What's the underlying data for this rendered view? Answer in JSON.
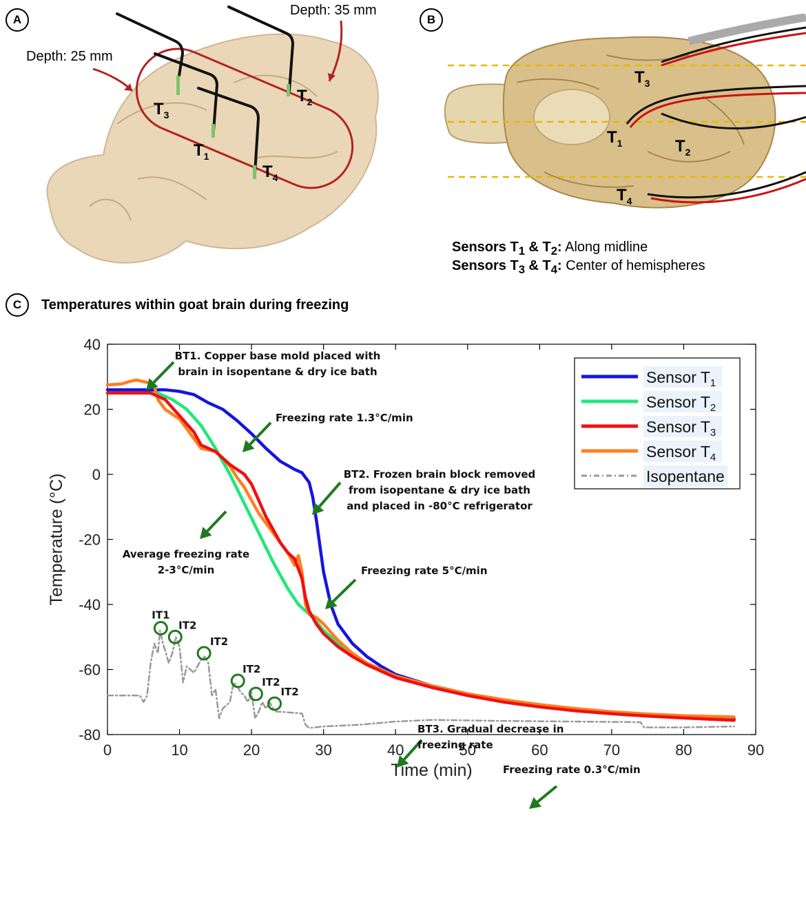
{
  "panels": {
    "a": {
      "label": "A",
      "depth_left": "Depth: 25 mm",
      "depth_right": "Depth: 35 mm",
      "sensors": [
        {
          "base": "T",
          "sub": "3"
        },
        {
          "base": "T",
          "sub": "2"
        },
        {
          "base": "T",
          "sub": "1"
        },
        {
          "base": "T",
          "sub": "4"
        }
      ]
    },
    "b": {
      "label": "B",
      "sensors": [
        {
          "base": "T",
          "sub": "3"
        },
        {
          "base": "T",
          "sub": "1"
        },
        {
          "base": "T",
          "sub": "2"
        },
        {
          "base": "T",
          "sub": "4"
        }
      ],
      "note1": {
        "lead": "Sensors T",
        "s1": "1",
        "amp": " & T",
        "s2": "2",
        "colon": ":",
        "text": " Along midline"
      },
      "note2": {
        "lead": "Sensors T",
        "s1": "3",
        "amp": " & T",
        "s2": "4",
        "colon": ":",
        "text": " Center of hemispheres"
      }
    },
    "c": {
      "label": "C",
      "title": "Temperatures within goat brain during freezing"
    }
  },
  "colors": {
    "t1": "#1515e0",
    "t2": "#1fe87a",
    "t3": "#ee1111",
    "t4": "#ff7f1e",
    "isopentane": "#999999",
    "arrow": "#1f7a1f",
    "brain_outline": "#b22222"
  },
  "chart_data": {
    "type": "line",
    "title": "",
    "xlabel": "Time (min)",
    "ylabel": "Temperature (°C)",
    "xlim": [
      0,
      90
    ],
    "ylim": [
      -80,
      40
    ],
    "xticks": [
      0,
      10,
      20,
      30,
      40,
      50,
      60,
      70,
      80,
      90
    ],
    "yticks": [
      -80,
      -60,
      -40,
      -20,
      0,
      20,
      40
    ],
    "grid": false,
    "legend_position": "top-right",
    "series": [
      {
        "name": "Sensor T",
        "sub": "1",
        "key": "t1",
        "dash": "",
        "points": [
          [
            0,
            26
          ],
          [
            5,
            26
          ],
          [
            8,
            26
          ],
          [
            10,
            25.5
          ],
          [
            12,
            24.5
          ],
          [
            14,
            22
          ],
          [
            16,
            20
          ],
          [
            18,
            16.5
          ],
          [
            20,
            12.5
          ],
          [
            22,
            8
          ],
          [
            24,
            4
          ],
          [
            26,
            1.5
          ],
          [
            27,
            0.5
          ],
          [
            28,
            -2.5
          ],
          [
            28.5,
            -7
          ],
          [
            29,
            -14
          ],
          [
            29.5,
            -22
          ],
          [
            30,
            -30
          ],
          [
            31,
            -40
          ],
          [
            32,
            -46
          ],
          [
            34,
            -52
          ],
          [
            36,
            -56
          ],
          [
            38,
            -59
          ],
          [
            40,
            -61.5
          ],
          [
            45,
            -65
          ],
          [
            50,
            -67.5
          ],
          [
            55,
            -69.5
          ],
          [
            60,
            -71
          ],
          [
            65,
            -72.2
          ],
          [
            70,
            -73.2
          ],
          [
            75,
            -74
          ],
          [
            80,
            -74.6
          ],
          [
            87,
            -75.2
          ]
        ]
      },
      {
        "name": "Sensor T",
        "sub": "2",
        "key": "t2",
        "dash": "",
        "points": [
          [
            0,
            26
          ],
          [
            5,
            26
          ],
          [
            7,
            25
          ],
          [
            9,
            23
          ],
          [
            11,
            20
          ],
          [
            13,
            15
          ],
          [
            15,
            8
          ],
          [
            17,
            0
          ],
          [
            19,
            -9
          ],
          [
            21,
            -18
          ],
          [
            23,
            -27
          ],
          [
            25,
            -35
          ],
          [
            26.5,
            -40
          ],
          [
            27.5,
            -42
          ],
          [
            28.5,
            -44
          ],
          [
            30,
            -48
          ],
          [
            32,
            -52
          ],
          [
            34,
            -56
          ],
          [
            36,
            -58.5
          ],
          [
            38,
            -60.5
          ],
          [
            40,
            -62
          ],
          [
            45,
            -65
          ],
          [
            50,
            -67.5
          ],
          [
            55,
            -69.5
          ],
          [
            60,
            -71
          ],
          [
            65,
            -72.3
          ],
          [
            70,
            -73.3
          ],
          [
            75,
            -74
          ],
          [
            80,
            -74.6
          ],
          [
            87,
            -75
          ]
        ]
      },
      {
        "name": "Sensor T",
        "sub": "3",
        "key": "t3",
        "dash": "",
        "points": [
          [
            0,
            25
          ],
          [
            6,
            25
          ],
          [
            8,
            23
          ],
          [
            10,
            18
          ],
          [
            12,
            13
          ],
          [
            13,
            9
          ],
          [
            14,
            8
          ],
          [
            15,
            7
          ],
          [
            16,
            5
          ],
          [
            17,
            3
          ],
          [
            18,
            1.5
          ],
          [
            19,
            0
          ],
          [
            20,
            -3
          ],
          [
            21,
            -8
          ],
          [
            22,
            -13
          ],
          [
            23,
            -17
          ],
          [
            24,
            -21
          ],
          [
            25,
            -24
          ],
          [
            26,
            -26
          ],
          [
            27,
            -32
          ],
          [
            27.5,
            -38
          ],
          [
            28,
            -42
          ],
          [
            29,
            -46
          ],
          [
            30,
            -49
          ],
          [
            32,
            -53
          ],
          [
            34,
            -56
          ],
          [
            36,
            -58.5
          ],
          [
            38,
            -60.5
          ],
          [
            40,
            -62.5
          ],
          [
            45,
            -65.5
          ],
          [
            50,
            -68
          ],
          [
            55,
            -70
          ],
          [
            60,
            -71.5
          ],
          [
            65,
            -72.7
          ],
          [
            70,
            -73.6
          ],
          [
            75,
            -74.3
          ],
          [
            80,
            -74.9
          ],
          [
            87,
            -75.6
          ]
        ]
      },
      {
        "name": "Sensor T",
        "sub": "4",
        "key": "t4",
        "dash": "",
        "points": [
          [
            0,
            27.5
          ],
          [
            2,
            27.8
          ],
          [
            3,
            28.5
          ],
          [
            4,
            29
          ],
          [
            5,
            28.5
          ],
          [
            6,
            28
          ],
          [
            6.5,
            27
          ],
          [
            7,
            23
          ],
          [
            8,
            20
          ],
          [
            10,
            17
          ],
          [
            12,
            11
          ],
          [
            13,
            8
          ],
          [
            14,
            7.5
          ],
          [
            15,
            7
          ],
          [
            16,
            5
          ],
          [
            17,
            2.5
          ],
          [
            18,
            -1
          ],
          [
            19,
            -4
          ],
          [
            20,
            -8
          ],
          [
            21,
            -12
          ],
          [
            22,
            -15
          ],
          [
            23,
            -18
          ],
          [
            24,
            -21
          ],
          [
            25,
            -24
          ],
          [
            26,
            -28
          ],
          [
            26.5,
            -25
          ],
          [
            27,
            -30
          ],
          [
            27.5,
            -40
          ],
          [
            28,
            -43
          ],
          [
            29,
            -44
          ],
          [
            30,
            -46
          ],
          [
            32,
            -51
          ],
          [
            34,
            -55
          ],
          [
            36,
            -58
          ],
          [
            38,
            -60
          ],
          [
            40,
            -62
          ],
          [
            45,
            -65
          ],
          [
            50,
            -67.5
          ],
          [
            55,
            -69.3
          ],
          [
            60,
            -70.8
          ],
          [
            65,
            -72
          ],
          [
            70,
            -73
          ],
          [
            75,
            -73.7
          ],
          [
            80,
            -74.2
          ],
          [
            87,
            -74.6
          ]
        ]
      },
      {
        "name": "Isopentane",
        "sub": "",
        "key": "isopentane",
        "dash": "8 4 2 4",
        "points": [
          [
            0,
            -68
          ],
          [
            4.5,
            -68
          ],
          [
            5,
            -70
          ],
          [
            5.5,
            -68
          ],
          [
            6,
            -58
          ],
          [
            6.5,
            -52
          ],
          [
            7,
            -55
          ],
          [
            7.3,
            -48
          ],
          [
            7.7,
            -52
          ],
          [
            8,
            -54
          ],
          [
            8.5,
            -58
          ],
          [
            9,
            -55
          ],
          [
            9.5,
            -50
          ],
          [
            10,
            -53
          ],
          [
            10.5,
            -64
          ],
          [
            11,
            -59
          ],
          [
            12,
            -61
          ],
          [
            13,
            -57
          ],
          [
            13.5,
            -56
          ],
          [
            14,
            -58
          ],
          [
            14.5,
            -68
          ],
          [
            15,
            -66
          ],
          [
            15.5,
            -75
          ],
          [
            16,
            -72
          ],
          [
            17,
            -70
          ],
          [
            17.5,
            -64
          ],
          [
            18,
            -65
          ],
          [
            18.5,
            -67
          ],
          [
            19,
            -68
          ],
          [
            19.5,
            -70
          ],
          [
            20,
            -67
          ],
          [
            20.5,
            -75
          ],
          [
            21,
            -73
          ],
          [
            21.5,
            -70
          ],
          [
            22,
            -72
          ],
          [
            22.5,
            -70
          ],
          [
            23,
            -72
          ],
          [
            23.5,
            -73
          ],
          [
            24,
            -73
          ],
          [
            27,
            -73.5
          ],
          [
            27.5,
            -77
          ],
          [
            28,
            -78
          ],
          [
            30,
            -77.5
          ],
          [
            35,
            -77
          ],
          [
            40,
            -76
          ],
          [
            45,
            -75.5
          ],
          [
            55,
            -75.8
          ],
          [
            65,
            -76
          ],
          [
            74,
            -76.2
          ],
          [
            74.5,
            -77.8
          ],
          [
            80,
            -77.8
          ],
          [
            87,
            -77.5
          ]
        ]
      }
    ],
    "circles": [
      {
        "label": "IT1",
        "x": 7.4,
        "y": -47.3
      },
      {
        "label": "IT2",
        "x": 9.4,
        "y": -50
      },
      {
        "label": "IT2",
        "x": 13.4,
        "y": -55
      },
      {
        "label": "IT2",
        "x": 18.1,
        "y": -63.5
      },
      {
        "label": "IT2",
        "x": 20.6,
        "y": -67.5
      },
      {
        "label": "IT2",
        "x": 23.2,
        "y": -70.5
      }
    ],
    "annotations": [
      {
        "lines": [
          "BT1. Copper base mold placed with",
          "brain in isopentane & dry ice bath"
        ],
        "align": "middle"
      },
      {
        "lines": [
          "Freezing rate 1.3°C/min"
        ],
        "align": "start"
      },
      {
        "lines": [
          "BT2. Frozen brain block removed",
          "from isopentane & dry ice bath",
          "and placed in -80°C refrigerator"
        ],
        "align": "middle"
      },
      {
        "lines": [
          "Average freezing rate",
          "2-3°C/min"
        ],
        "align": "middle"
      },
      {
        "lines": [
          "Freezing rate 5°C/min"
        ],
        "align": "start"
      },
      {
        "lines": [
          "BT3. Gradual decrease in",
          "freezing rate"
        ],
        "align": "start"
      },
      {
        "lines": [
          "Freezing rate 0.3°C/min"
        ],
        "align": "start"
      }
    ]
  }
}
